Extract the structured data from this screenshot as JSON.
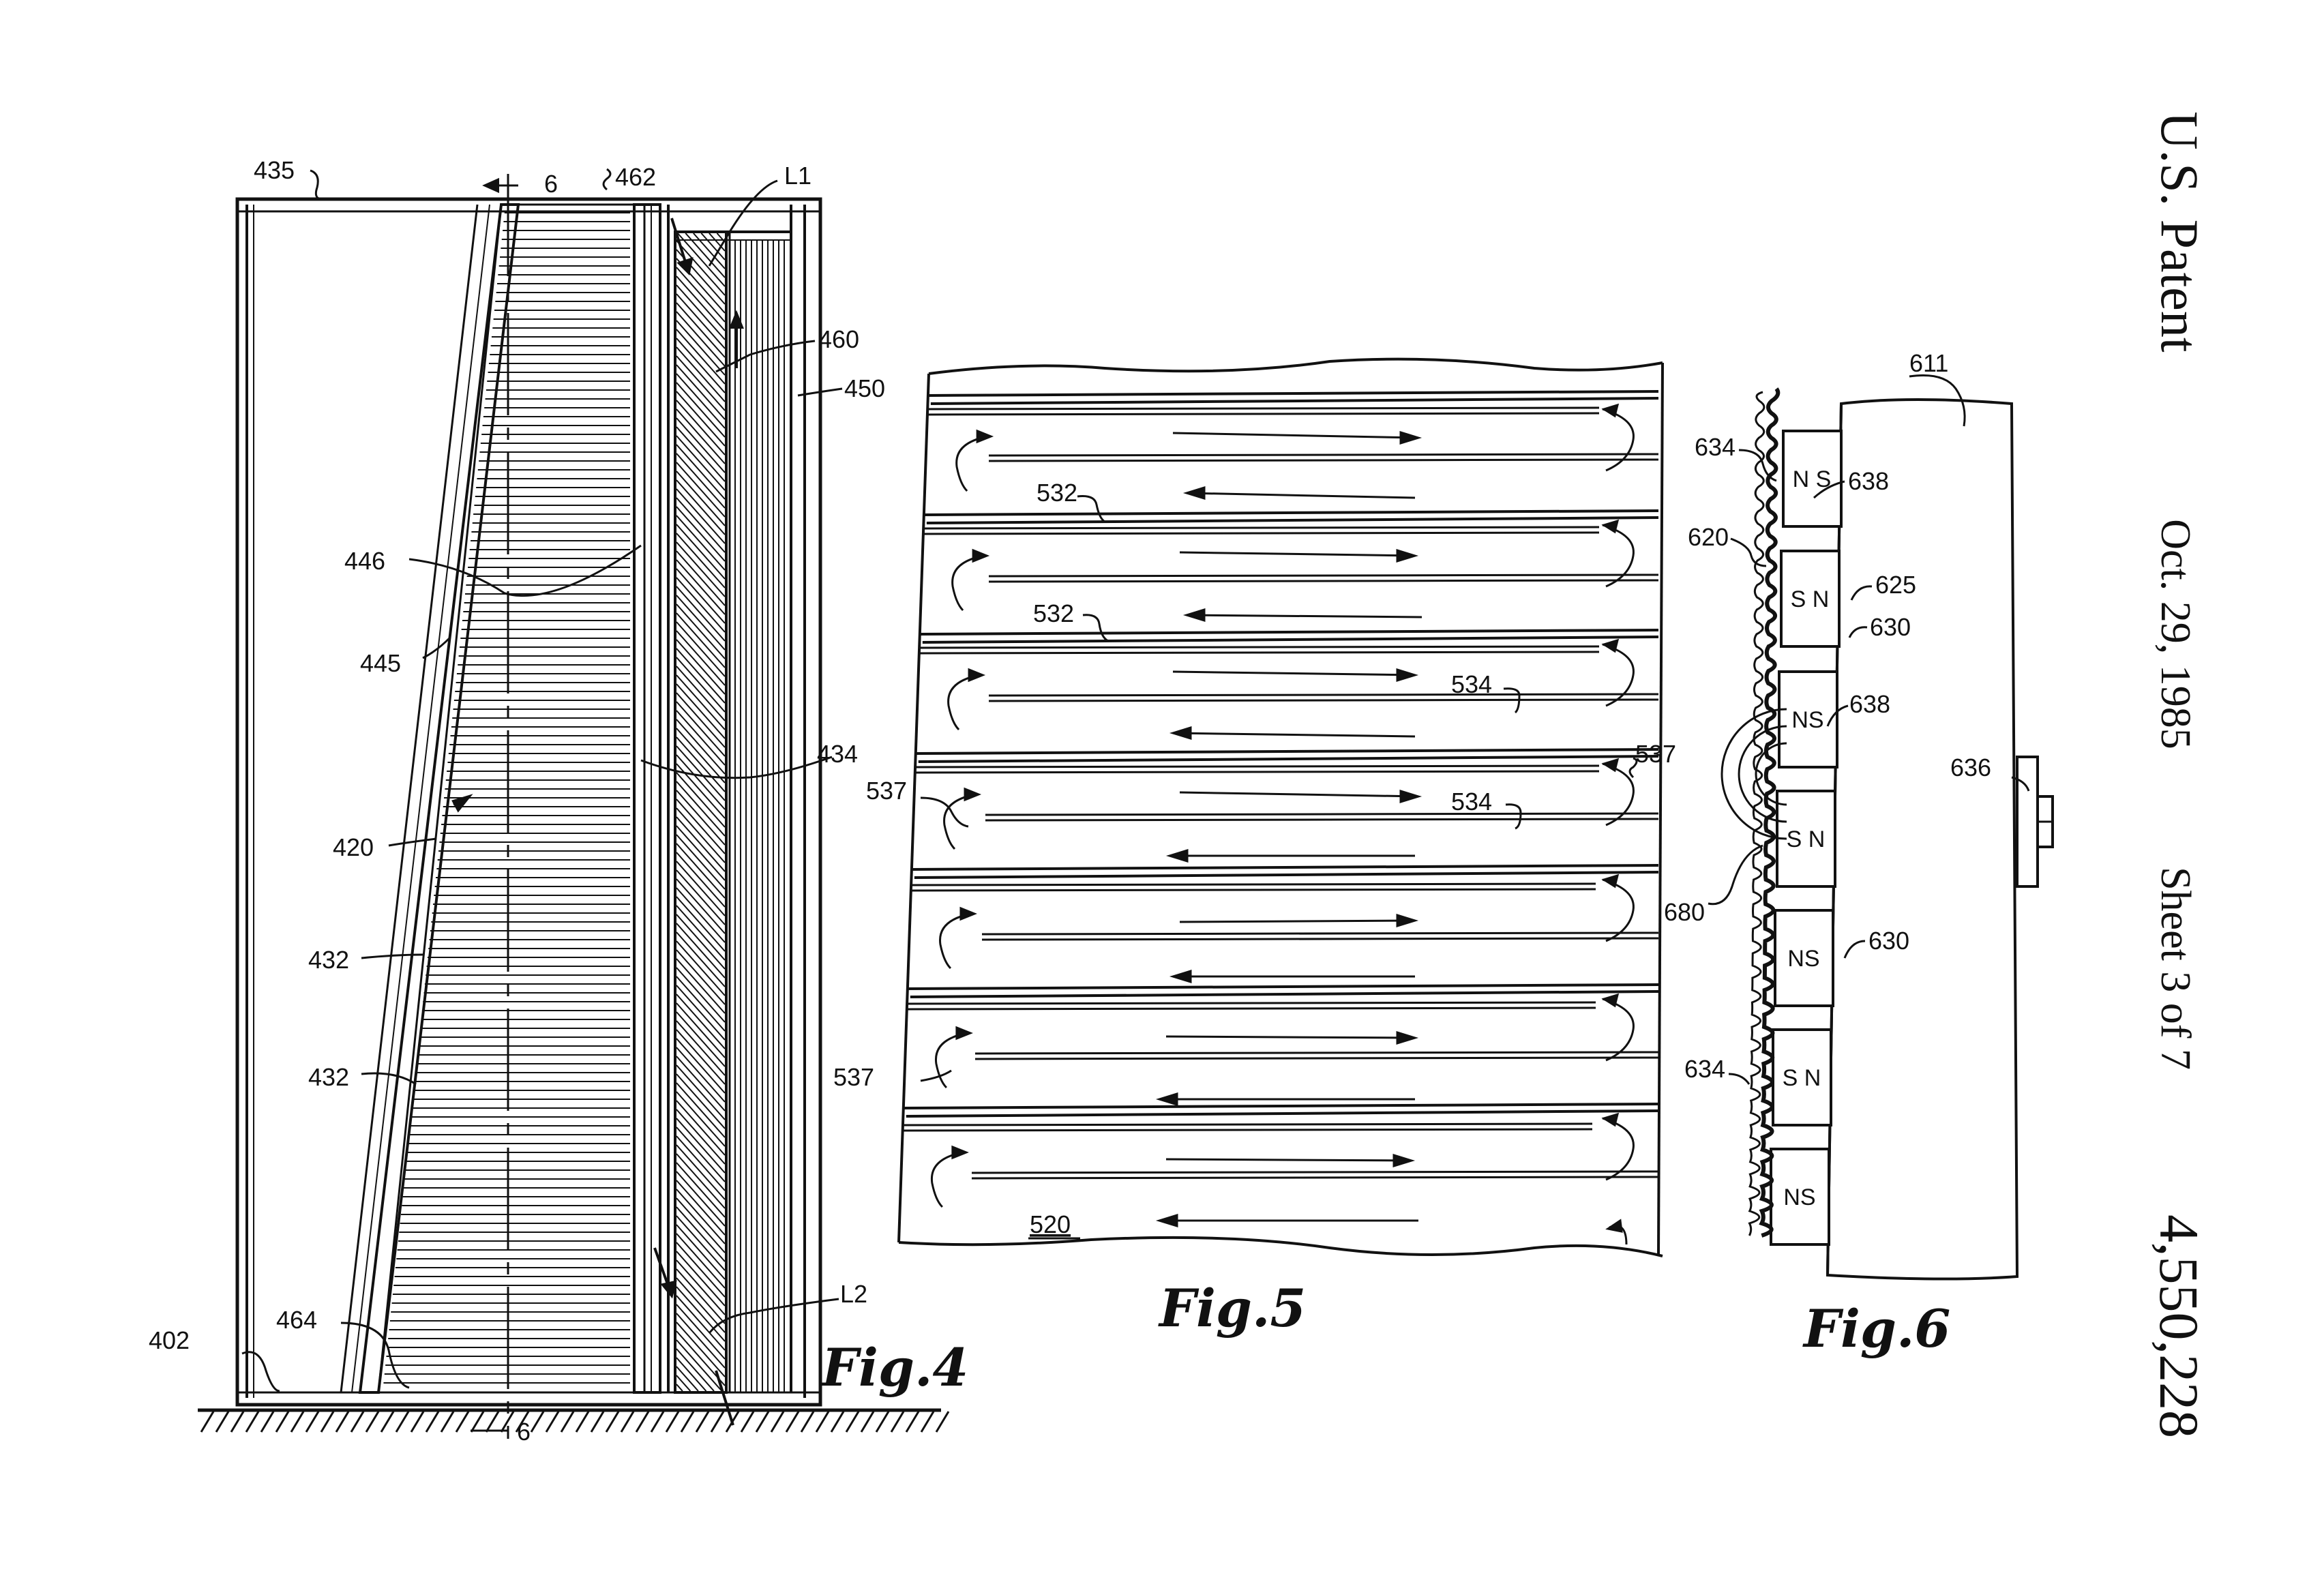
{
  "header": {
    "title": "U.S. Patent",
    "date": "Oct. 29, 1985",
    "sheet": "Sheet 3 of 7",
    "patent_number": "4,550,228"
  },
  "fig4": {
    "title": "Fig.4",
    "labels": {
      "l435": "435",
      "l6_top": "6",
      "l462": "462",
      "l_L1": "L1",
      "l460": "460",
      "l450": "450",
      "l446": "446",
      "l445": "445",
      "l434": "434",
      "l420": "420",
      "l432_a": "432",
      "l432_b": "432",
      "l402": "402",
      "l464": "464",
      "l_L2": "L2",
      "l6_bot": "6"
    }
  },
  "fig5": {
    "title": "Fig.5",
    "labels": {
      "l532_a": "532",
      "l532_b": "532",
      "l534_a": "534",
      "l534_b": "534",
      "l537_right": "537",
      "l537_left_a": "537",
      "l537_left_b": "537",
      "l520": "520"
    }
  },
  "fig6": {
    "title": "Fig.6",
    "labels": {
      "l611": "611",
      "l634_a": "634",
      "l638_a": "638",
      "l620": "620",
      "l625": "625",
      "l630_a": "630",
      "l638_b": "638",
      "l636": "636",
      "l680": "680",
      "l630_b": "630",
      "l634_b": "634"
    },
    "magnets": [
      "N S",
      "S N",
      "NS",
      "S N",
      "NS",
      "S N",
      "NS"
    ]
  },
  "colors": {
    "ink": "#111111",
    "paper": "#ffffff"
  }
}
